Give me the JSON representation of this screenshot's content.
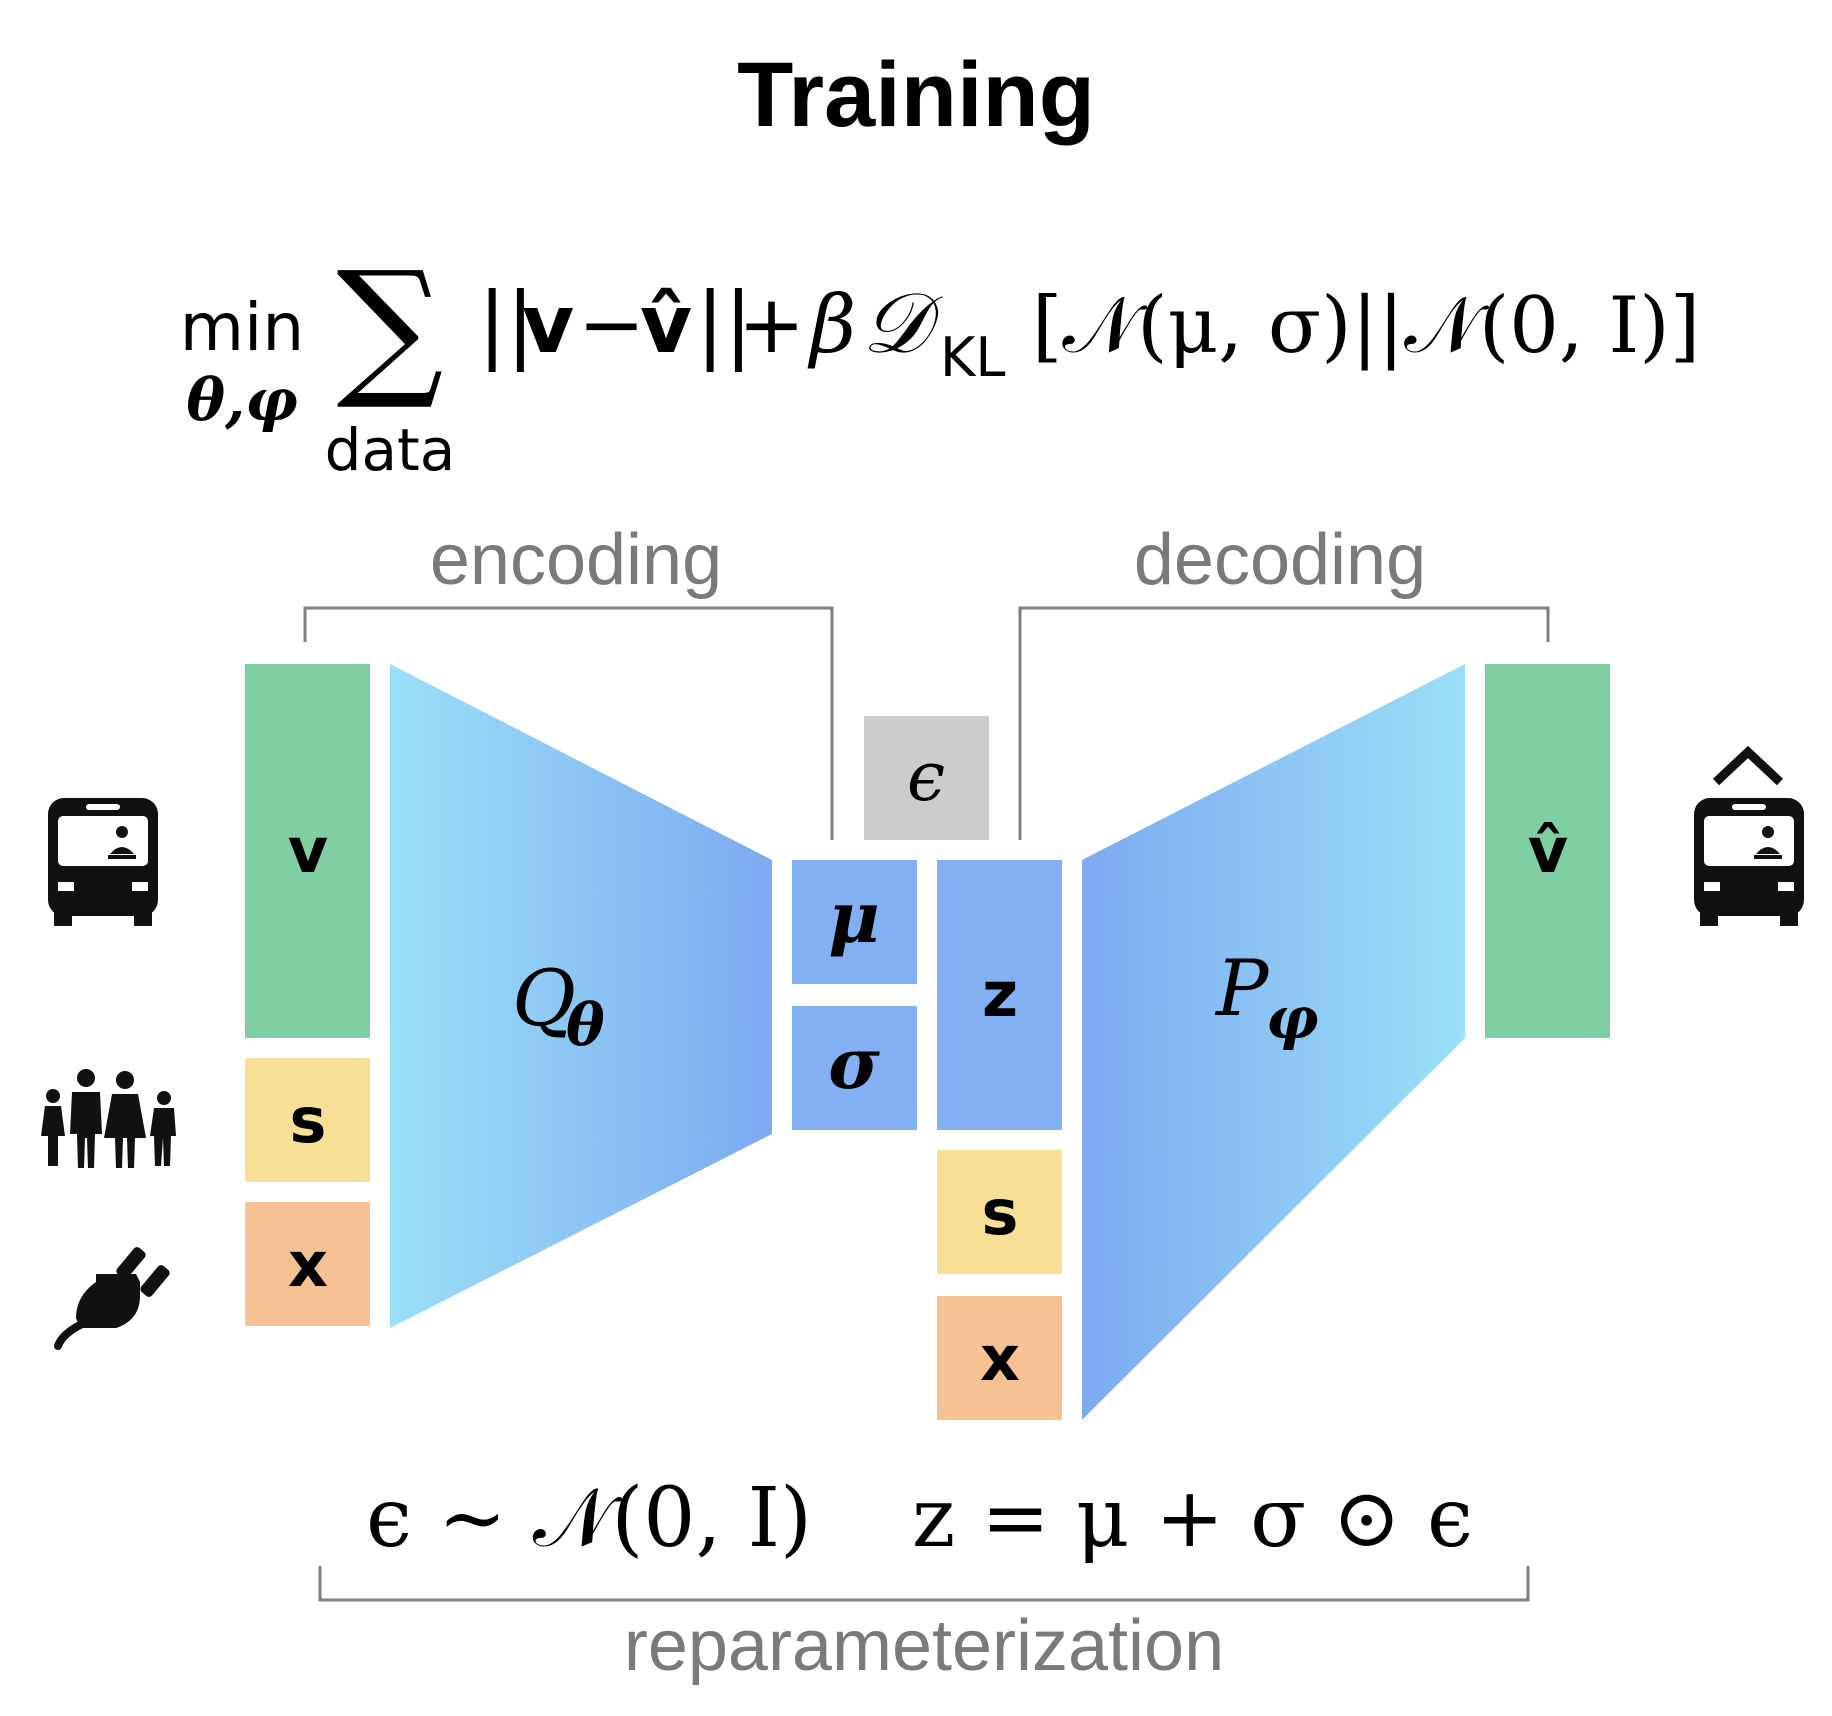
{
  "title": "Training",
  "objective": {
    "min": "min",
    "min_subscript": "θ,φ",
    "sum_symbol": "∑",
    "sum_subscript": "data",
    "norm_open": "||",
    "v": "v",
    "minus": "−",
    "v_hat": "v̂",
    "norm_close": "||",
    "plus": "+",
    "beta": "β",
    "D": "𝒟",
    "KL": "KL",
    "kl_args": "[𝒩(μ, σ)||𝒩(0, I)]"
  },
  "brackets": {
    "encoding": "encoding",
    "decoding": "decoding",
    "reparameterization": "reparameterization"
  },
  "encoder": {
    "label": "Q",
    "label_sub": "θ",
    "inputs": {
      "v": "v",
      "s": "s",
      "x": "x"
    }
  },
  "latent": {
    "mu": "μ",
    "sigma": "σ",
    "epsilon": "ϵ",
    "z": "z",
    "s": "s",
    "x": "x"
  },
  "decoder": {
    "label": "P",
    "label_sub": "φ",
    "output": "v̂",
    "output_hat": "^"
  },
  "equations": {
    "eps_dist": "ϵ ∼ 𝒩(0, I)",
    "z_def": "z = μ + σ ⊙ ϵ"
  },
  "icons": {
    "input_bus": "bus-icon",
    "output_bus": "bus-icon",
    "people": "people-icon",
    "plug": "plug-icon"
  },
  "colors": {
    "green": "#80cfa2",
    "yellow": "#f7e095",
    "orange": "#f6c294",
    "blue": "#82b0f2",
    "light_blue": "#96dcf6",
    "gray_box": "#cccccc",
    "bracket_gray": "#808080"
  }
}
